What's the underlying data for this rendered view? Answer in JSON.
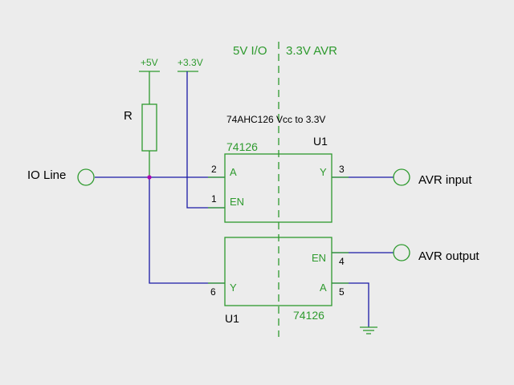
{
  "colors": {
    "background": "#ececec",
    "wire": "#1a1aa6",
    "component": "#2e9a2e",
    "text": "#000000",
    "junction": "#b000b0"
  },
  "domains": {
    "left": "5V I/O",
    "right": "3.3V AVR"
  },
  "rails": {
    "v5": "+5V",
    "v33": "+3.3V"
  },
  "resistor": {
    "label": "R"
  },
  "note": "74AHC126 Vcc to 3.3V",
  "u1_top": {
    "designator": "U1",
    "part": "74126",
    "pins": {
      "a": "A",
      "y": "Y",
      "en": "EN"
    },
    "pin_numbers": {
      "a": "2",
      "en": "1",
      "y": "3"
    }
  },
  "u1_bottom": {
    "designator": "U1",
    "part": "74126",
    "pins": {
      "en": "EN",
      "a": "A",
      "y": "Y"
    },
    "pin_numbers": {
      "en": "4",
      "a": "5",
      "y": "6"
    }
  },
  "connectors": {
    "io_line": "IO Line",
    "avr_input": "AVR input",
    "avr_output": "AVR output"
  },
  "icons": [
    "ground-icon",
    "connector-circle-icon",
    "resistor-icon",
    "buffer-ic-icon"
  ]
}
